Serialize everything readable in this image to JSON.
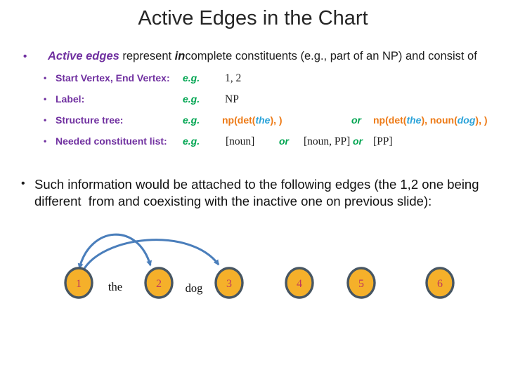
{
  "slide": {
    "title": "Active Edges in the Chart",
    "colors": {
      "purple": "#7030a0",
      "green": "#00a551",
      "orange": "#ed7a16",
      "cyan": "#2ba3d9",
      "text": "#1c1c1c",
      "arc": "#4a7ebb",
      "vfill": "#f5b02a",
      "vborder": "#475663",
      "vnum": "#c03a5c"
    }
  },
  "bullet1": {
    "bullet": "•",
    "lead": "Active edges",
    "seg1": " represent ",
    "in_word": "in",
    "seg2": "complete constituents (e.g., part of an NP) and consist of"
  },
  "properties": {
    "rows": [
      {
        "bullet": "•",
        "label": "Start Vertex, End Vertex:",
        "eg": "e.g.",
        "value": "1, 2"
      },
      {
        "bullet": "•",
        "label": "Label:",
        "eg": "e.g.",
        "value": "NP"
      },
      {
        "bullet": "•",
        "label": "Structure tree:",
        "eg": "e.g.",
        "code1_pre": "np(det(",
        "code1_the": "the",
        "code1_post": "), )",
        "or": "or",
        "code2_p1": "np(det(",
        "code2_the": "the",
        "code2_p2": "), noun(",
        "code2_dog": "dog",
        "code2_p3": "), )"
      },
      {
        "bullet": "•",
        "label": "Needed constituent list:",
        "eg": "e.g.",
        "v1": "[noun]",
        "or1": "or",
        "v2": "[noun, PP]",
        "or2": "or",
        "v3": "[PP]"
      }
    ]
  },
  "bullet2": {
    "bullet": "•",
    "line1": "Such information would be attached to the following edges (the 1,2 one being",
    "line2": "different  from and coexisting with the inactive one on previous slide):"
  },
  "chart": {
    "vertices": [
      {
        "label": "1"
      },
      {
        "label": "2"
      },
      {
        "label": "3"
      },
      {
        "label": "4"
      },
      {
        "label": "5"
      },
      {
        "label": "6"
      }
    ],
    "words": [
      {
        "text": "the"
      },
      {
        "text": "dog"
      }
    ],
    "edges": [
      {
        "from": "1",
        "to": "2"
      },
      {
        "from": "1",
        "to": "3"
      }
    ]
  }
}
